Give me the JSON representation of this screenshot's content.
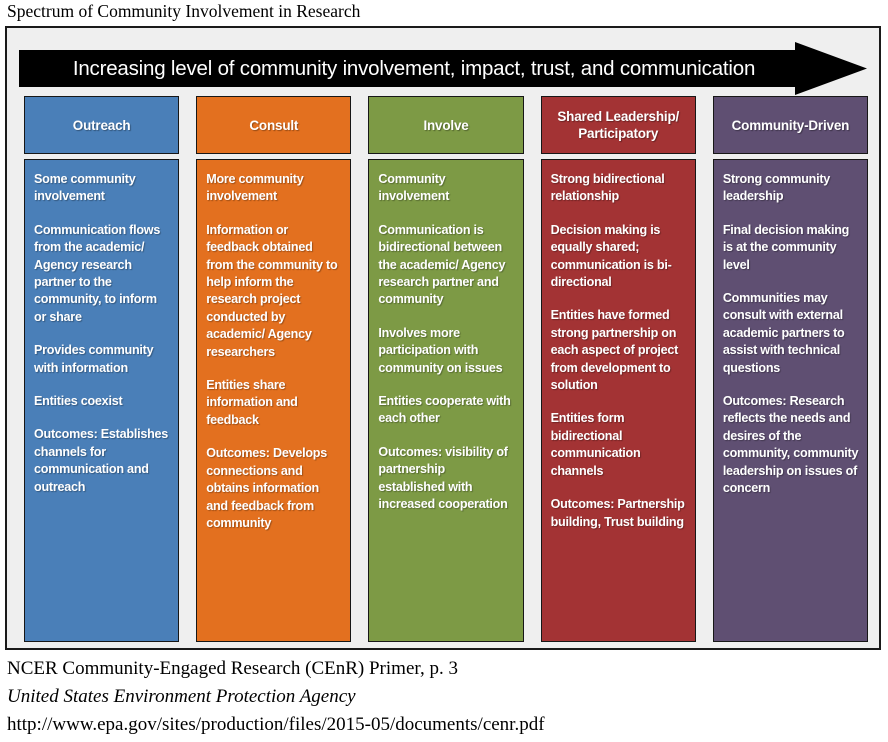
{
  "title": "Spectrum of Community Involvement in Research",
  "banner": {
    "label": "Increasing level of community involvement, impact, trust, and communication",
    "background": "#000000",
    "text_color": "#ffffff",
    "icon": "right-arrow-banner"
  },
  "frame": {
    "background": "#efefef",
    "border_color": "#1a1a1a"
  },
  "columns": [
    {
      "id": "outreach",
      "header": "Outreach",
      "color": "#4a7fb8",
      "paragraphs": [
        "Some community involvement",
        "Communication flows from the academic/ Agency research partner to the community, to inform or share",
        "Provides community with information",
        "Entities coexist",
        "Outcomes: Establishes channels for communication and outreach"
      ]
    },
    {
      "id": "consult",
      "header": "Consult",
      "color": "#e3701f",
      "paragraphs": [
        "More community involvement",
        "Information or feedback obtained from the community to help inform the research project conducted by academic/ Agency researchers",
        "Entities share information and feedback",
        "Outcomes: Develops connections and obtains information and feedback from community"
      ]
    },
    {
      "id": "involve",
      "header": "Involve",
      "color": "#7d9a45",
      "paragraphs": [
        "Community involvement",
        "Communication is bidirectional between the academic/ Agency research partner and community",
        "Involves more participation with community on issues",
        "Entities cooperate with each other",
        "Outcomes: visibility of partnership established with increased cooperation"
      ]
    },
    {
      "id": "shared-leadership",
      "header": "Shared Leadership/ Participatory",
      "color": "#a33334",
      "paragraphs": [
        "Strong bidirectional relationship",
        "Decision making is equally shared; communication is bi-directional",
        "Entities have formed strong partnership on each aspect of project from development to solution",
        "Entities form bidirectional communication channels",
        "Outcomes: Partnership building, Trust building"
      ]
    },
    {
      "id": "community-driven",
      "header": "Community-Driven",
      "color": "#5f4f72",
      "paragraphs": [
        "Strong community leadership",
        "Final decision making is at the community level",
        "Communities may consult with external academic partners to assist with technical questions",
        "Outcomes: Research reflects the needs and desires of the community, community leadership on issues of concern"
      ]
    }
  ],
  "footer": {
    "source": "NCER Community-Engaged Research (CEnR) Primer, p. 3",
    "agency": "United States Environment Protection Agency",
    "url": "http://www.epa.gov/sites/production/files/2015-05/documents/cenr.pdf"
  }
}
